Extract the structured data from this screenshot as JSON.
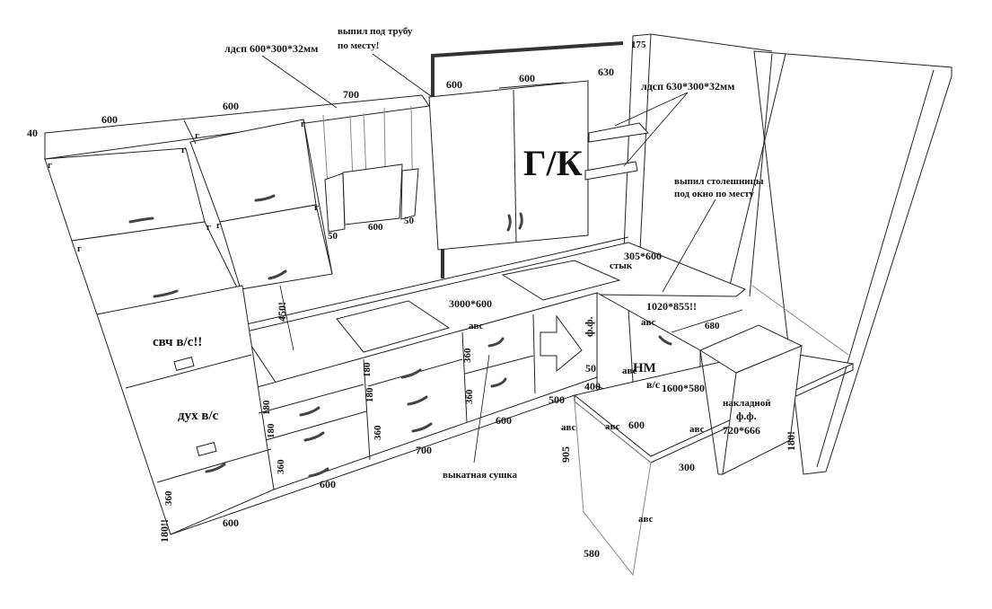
{
  "notes": {
    "ldsp_top": "лдсп 600*300*32мм",
    "pipe_cut_1": "выпил под трубу",
    "pipe_cut_2": "по месту!",
    "ldsp_shelves": "лдсп 630*300*32мм",
    "gk": "Г/К",
    "window_cut_1": "выпил столешницы",
    "window_cut_2": "под окно  по месту",
    "worktop_small": "305*600",
    "joint": "стык",
    "worktop_corner": "1020*855!!",
    "worktop_main": "3000*600",
    "microwave": "свч в/с!!",
    "oven": "дух в/с",
    "drawer_dryer": "выкатная сушка",
    "nm": "НМ",
    "vs": "в/с",
    "table_top": "1600*580",
    "overlay_1": "накладной",
    "overlay_2": "ф.ф.",
    "overlay_3": "720*666",
    "ff_vertical": "ф.ф."
  },
  "dims": {
    "d40": "40",
    "w600a": "600",
    "w600b": "600",
    "w700": "700",
    "w600c": "600",
    "w600d": "600",
    "d630": "630",
    "d175": "175",
    "g": "г",
    "d50a": "50",
    "d600hood": "600",
    "d50b": "50",
    "d450": "450!",
    "d680": "680",
    "abc": "авс",
    "d180a": "180",
    "d180b": "180",
    "d180c": "180",
    "d180d": "180",
    "d360a": "360",
    "d360b": "360",
    "d360c": "360",
    "d360d": "360",
    "d360e": "360",
    "d180plinth": "180!!",
    "b600a": "600",
    "b600b": "600",
    "b700": "700",
    "b600c": "600",
    "d500": "500",
    "d400": "400",
    "d50c": "50",
    "t600": "600",
    "d905": "905",
    "d180right": "180!",
    "d300": "300",
    "d580": "580"
  }
}
